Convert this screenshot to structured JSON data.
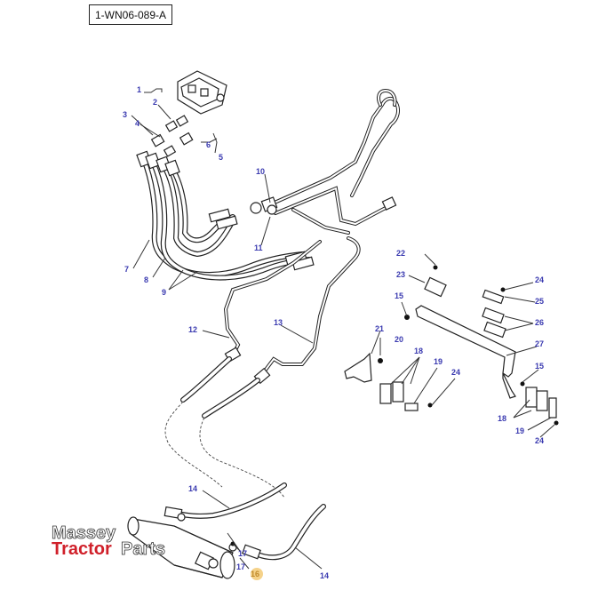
{
  "reference": "1-WN06-089-A",
  "callouts": [
    "1",
    "2",
    "3",
    "4",
    "5",
    "6",
    "7",
    "8",
    "9",
    "10",
    "11",
    "12",
    "13",
    "14",
    "15",
    "16",
    "17",
    "18",
    "19",
    "20",
    "21",
    "22",
    "23",
    "24",
    "25",
    "26",
    "27"
  ],
  "logo": {
    "line1": "Massey",
    "line2a": "Tractor",
    "line2b": "Parts"
  }
}
